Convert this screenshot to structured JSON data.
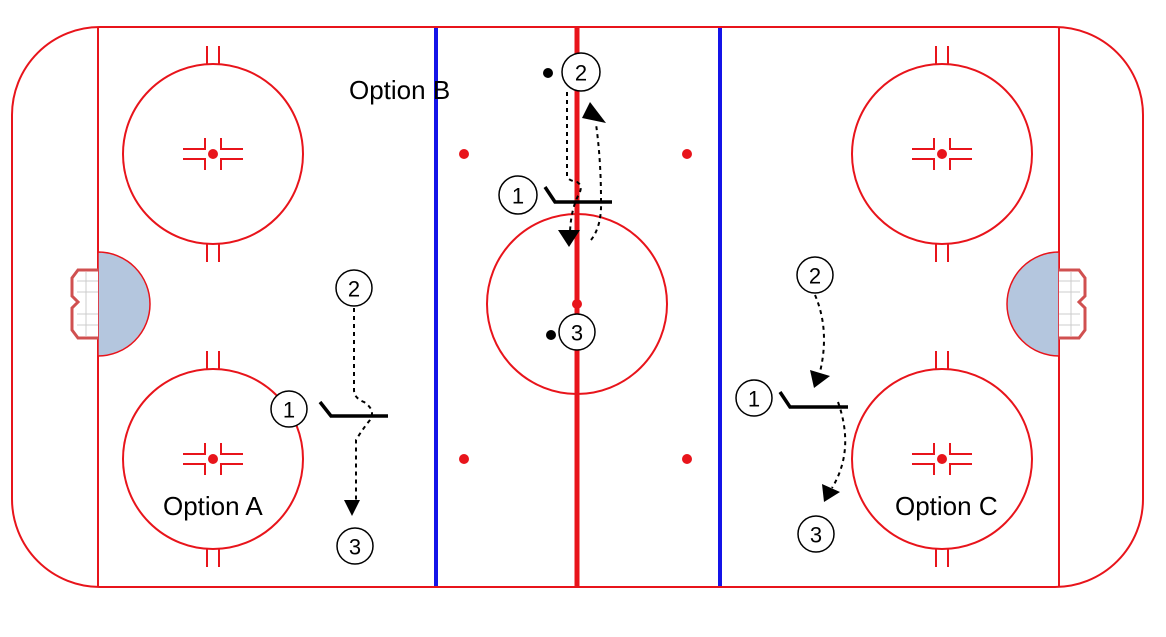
{
  "colors": {
    "rink_line": "#e8141b",
    "blue_line": "#1414e8",
    "crease": "#b4c6de",
    "player": "#000000"
  },
  "labels": {
    "option_a": "Option A",
    "option_b": "Option B",
    "option_c": "Option C"
  },
  "players": {
    "a": {
      "p1": "1",
      "p2": "2",
      "p3": "3"
    },
    "b": {
      "p1": "1",
      "p2": "2",
      "p3": "3"
    },
    "c": {
      "p1": "1",
      "p2": "2",
      "p3": "3"
    }
  }
}
